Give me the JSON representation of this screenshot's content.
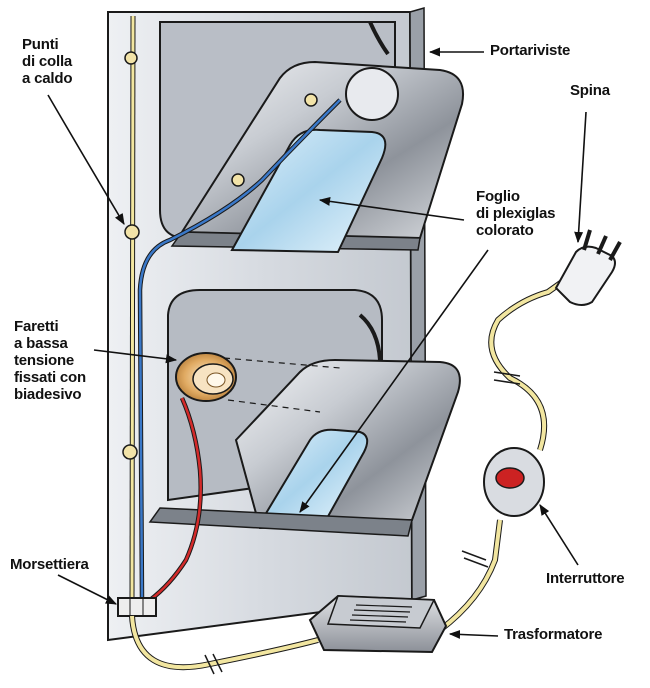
{
  "labels": {
    "punti_colla": [
      "Punti",
      "di colla",
      "a caldo"
    ],
    "portariviste": "Portariviste",
    "spina": "Spina",
    "foglio_plexiglas": [
      "Foglio",
      "di plexiglas",
      "colorato"
    ],
    "faretti": [
      "Faretti",
      "a bassa",
      "tensione",
      "fissati con",
      "biadesivo"
    ],
    "morsettiera": "Morsettiera",
    "interruttore": "Interruttore",
    "trasformatore": "Trasformatore"
  },
  "colors": {
    "panel": "#d9dde3",
    "panel_edge": "#1a1a1a",
    "cable_yellow": "#f2e6a0",
    "wire_blue": "#3a78c8",
    "wire_red": "#d42a2a",
    "lamp_gold": "#d9a25a",
    "switch_red": "#cc2222",
    "glass_blue": "#bfe0f2"
  }
}
